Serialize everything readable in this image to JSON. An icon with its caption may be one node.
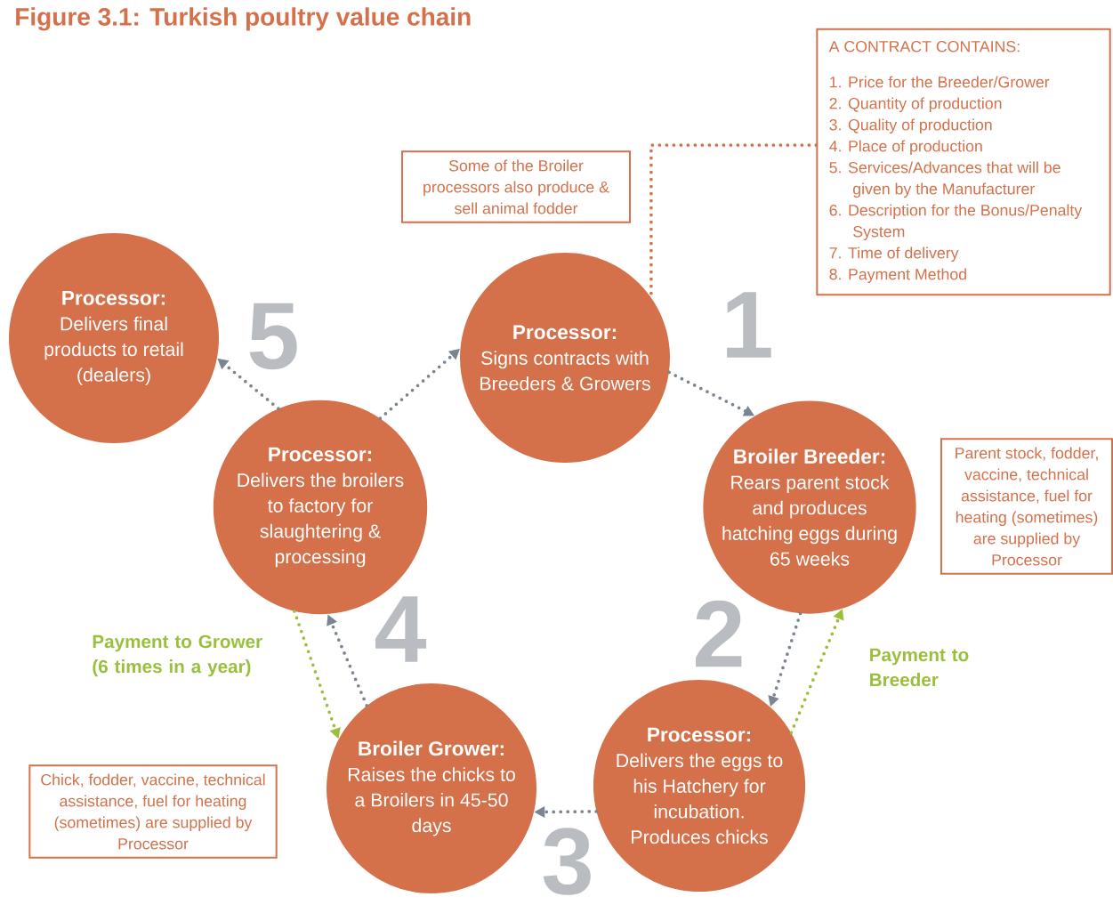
{
  "diagram": {
    "title": "Figure 3.1: Turkish poultry value chain",
    "nodes": [
      {
        "text": [
          "Processor:",
          "Signs contracts with Breeders & Growers"
        ]
      },
      {
        "text": [
          "Broiler Breeder:",
          "Rears parent stock and produces hatching eggs during 65 weeks"
        ]
      },
      {
        "text": [
          "Processor:",
          "Delivers the eggs to his Hatchery for incubation. Produces chicks"
        ]
      },
      {
        "text": [
          "Broiler Grower:",
          "Raises the chicks to a Broilers in 45-50 days"
        ]
      },
      {
        "text": [
          "Processor:",
          "Delivers the broilers to factory for slaughtering & processing"
        ]
      },
      {
        "text": [
          "Processor:",
          "Delivers final products to retail (dealers)"
        ]
      },
      {
        "text": [
          "Some of the Broiler processors also produce & sell animal fodder"
        ]
      },
      {
        "text": [
          "A CONTRACT CONTAINS:",
          "1. Price for the Breeder/Grower",
          "2. Quantity of production",
          "3. Quality of production",
          "4. Place of production",
          "5. Services/Advances that will be given by the Manufacturer",
          "6. Description for the Bonus/Penalty System",
          "7. Time of delivery",
          "8. Payment Method"
        ]
      },
      {
        "text": [
          "Parent stock, fodder, vaccine, technical assistance, fuel for heating (sometimes) are supplied by Processor"
        ]
      },
      {
        "text": [
          "Chick, fodder, vaccine, technical assistance, fuel for heating (sometimes) are supplied by Processor"
        ]
      }
    ],
    "edges": [
      {
        "from": 0,
        "to": 1,
        "arrow": "to"
      },
      {
        "from": 1,
        "to": 2,
        "arrow": "to"
      },
      {
        "from": 2,
        "to": 1,
        "arrow": "to",
        "label": "Payment to Breeder",
        "color": "#9bbf3c"
      },
      {
        "from": 2,
        "to": 3,
        "arrow": "to"
      },
      {
        "from": 3,
        "to": 4,
        "arrow": "to"
      },
      {
        "from": 4,
        "to": 3,
        "arrow": "to",
        "label": "Payment to Grower (6 times in a year)",
        "color": "#9bbf3c"
      },
      {
        "from": 4,
        "to": 0,
        "arrow": "to"
      },
      {
        "from": 4,
        "to": 5,
        "arrow": "to"
      },
      {
        "from": 7,
        "to": 0,
        "arrow": "none",
        "color": "#d4704a"
      }
    ],
    "labels": [
      "5",
      "1",
      "4",
      "2",
      "3"
    ]
  }
}
